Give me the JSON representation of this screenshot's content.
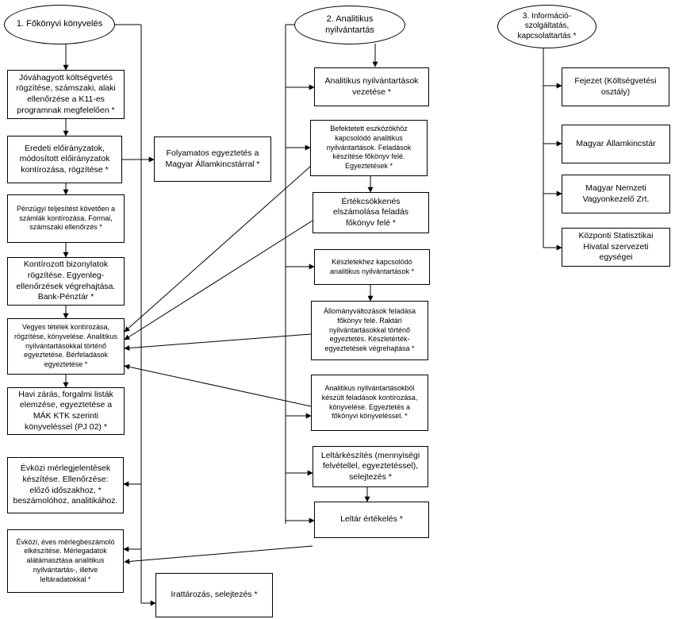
{
  "col1": {
    "header": "1. Főkönyvi könyvelés",
    "boxes": [
      "Jóváhagyott költségvetés rögzítése, számszaki, alaki ellenőrzése a K11-es programnak megfelelően *",
      "Eredeti előirányzatok, módosított előirányzatok kontírozása, rögzítése *",
      "Pénzügyi teljesítést követően a számlák kontírozása. Formai, számszaki ellenőrzés *",
      "Kontírozott bizonylatok rögzítése. Egyenleg-ellenőrzések végrehajtása. Bank-Pénztár *",
      "Vegyes tételek kontírozása, rögzítése, könyvelése. Analitikus nyilvántartásokkal történő egyeztetése. Bérfeladások egyeztetése *",
      "Havi zárás, forgalmi listák elemzése, egyeztetése a MÁK KTK szerinti könyveléssel (PJ 02) *",
      "Évközi mérlegjelentések készítése. Ellenőrzése: előző időszakhoz, * beszámolóhoz, analitikához.",
      "Évközi, éves mérlegbeszámoló elkészítése. Mérlegadatok alátámasztása analitikus nyilvántartás-, illetve leltáradatokkal *"
    ],
    "side_box": "Folyamatos egyeztetés a Magyar Államkincstárral *",
    "bottom_box": "Irattározás, selejtezés *"
  },
  "col2": {
    "header": "2. Analitikus nyilvántartás",
    "boxes": [
      "Analitikus nyilvántartások vezetése *",
      "Befektetett eszközökhöz kapcsolódó analitikus nyilvántartások. Feladások készítése főkönyv felé. Egyeztetések *",
      "Értékcsökkenés elszámolása feladás főkönyv felé *",
      "Készletekhez kapcsolódó analitikus nyilvántartások *",
      "Állományváltozások feladása főkönyv felé. Raktári nyilvántartásokkal történő egyeztetés. Készletérték-egyeztetések végrehajtása *",
      "Analitikus nyilvántartásokból készült feladások kontírozása, könyvelése. Egyeztetés a főkönyvi könyveléssel. *",
      "Leltárkészítés (mennyiségi felvétellel, egyeztetéssel), selejtezés *",
      "Leltár értékelés *"
    ]
  },
  "col3": {
    "header": "3. Információ-szolgáltatás, kapcsolattartás *",
    "boxes": [
      "Fejezet (Költségvetési osztály)",
      "Magyar Államkincstár",
      "Magyar Nemzeti Vagyonkezelő Zrt.",
      "Központi Statisztikai Hivatal szervezeti egységei"
    ]
  }
}
